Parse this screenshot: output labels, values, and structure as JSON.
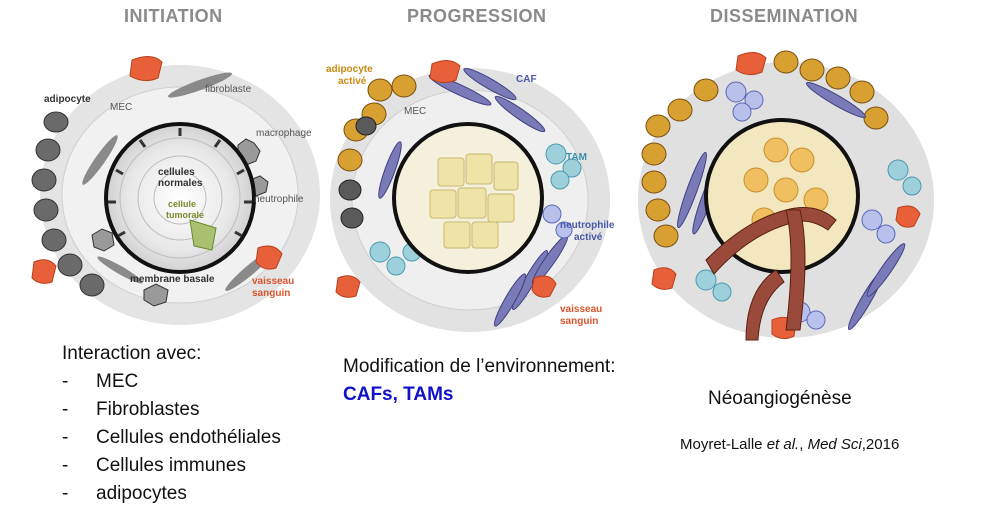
{
  "panels": {
    "initiation": {
      "title": "INITIATION",
      "labels": {
        "adipocyte": "adipocyte",
        "mec": "MEC",
        "fibroblaste": "fibroblaste",
        "macrophage": "macrophage",
        "cellules_normales_1": "cellules",
        "cellules_normales_2": "normales",
        "cellule_tumorale_1": "cellule",
        "cellule_tumorale_2": "tumorale",
        "neutrophile": "neutrophile",
        "membrane_basale": "membrane basale",
        "vaisseau_1": "vaisseau",
        "vaisseau_2": "sanguin"
      }
    },
    "progression": {
      "title": "PROGRESSION",
      "labels": {
        "adipocyte_1": "adipocyte",
        "adipocyte_2": "activé",
        "caf": "CAF",
        "mec": "MEC",
        "tam": "TAM",
        "neutrophile_1": "neutrophile",
        "neutrophile_2": "activé",
        "vaisseau_1": "vaisseau",
        "vaisseau_2": "sanguin"
      }
    },
    "dissemination": {
      "title": "DISSEMINATION"
    }
  },
  "captions": {
    "interaction_title": "Interaction avec:",
    "interaction_items": [
      "MEC",
      "Fibroblastes",
      "Cellules endothéliales",
      "Cellules immunes",
      "adipocytes"
    ],
    "modification": "Modification de l’environnement:",
    "modification_sub": "CAFs, TAMs",
    "neoangiogenese": "Néoangiogénèse",
    "reference_authors": "Moyret-Lalle ",
    "reference_etal": "et al.",
    "reference_sep": ", ",
    "reference_journal": "Med Sci",
    "reference_year": ",2016"
  }
}
